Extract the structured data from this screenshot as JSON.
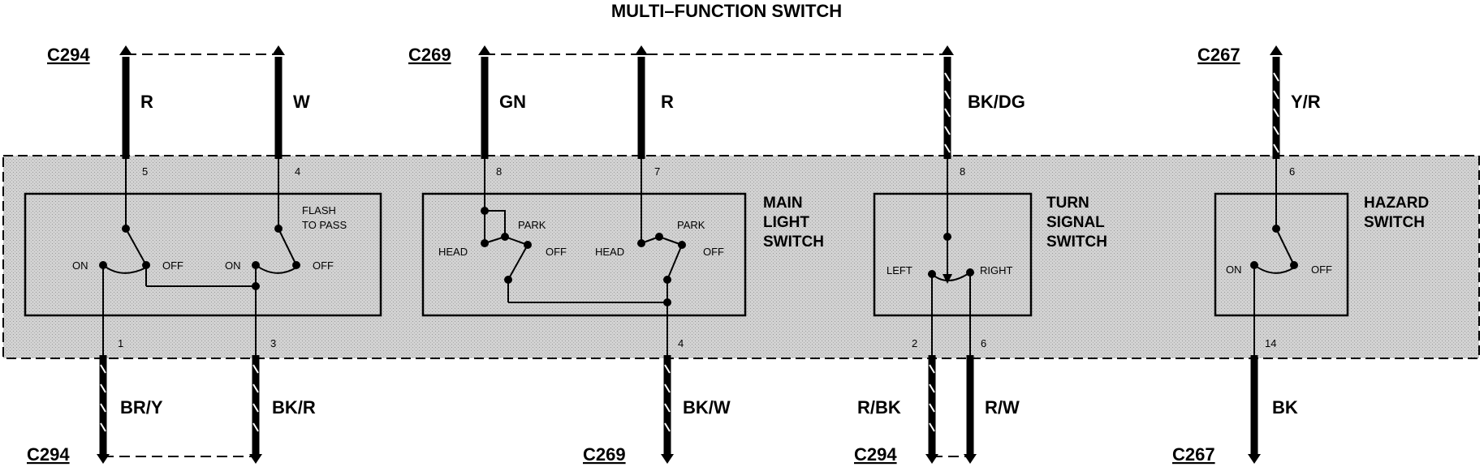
{
  "title": "MULTI–FUNCTION SWITCH",
  "top_connectors": [
    "C294",
    "C269",
    "C267"
  ],
  "bottom_connectors": [
    "C294",
    "C269",
    "C294",
    "C267"
  ],
  "top_wires": [
    "R",
    "W",
    "GN",
    "R",
    "BK/DG",
    "Y/R"
  ],
  "bottom_wires": [
    "BR/Y",
    "BK/R",
    "BK/W",
    "R/BK",
    "R/W",
    "BK"
  ],
  "pins_top": [
    "5",
    "4",
    "8",
    "7",
    "8",
    "6"
  ],
  "pins_bottom": [
    "1",
    "3",
    "4",
    "2",
    "6",
    "14"
  ],
  "switches": {
    "flash": {
      "name_line1": "FLASH",
      "name_line2": "TO PASS",
      "on1": "ON",
      "off1": "OFF",
      "on2": "ON",
      "off2": "OFF"
    },
    "main": {
      "name_line1": "MAIN",
      "name_line2": "LIGHT",
      "name_line3": "SWITCH",
      "head1": "HEAD",
      "park1": "PARK",
      "off1": "OFF",
      "head2": "HEAD",
      "park2": "PARK",
      "off2": "OFF"
    },
    "turn": {
      "name_line1": "TURN",
      "name_line2": "SIGNAL",
      "name_line3": "SWITCH",
      "left": "LEFT",
      "right": "RIGHT"
    },
    "hazard": {
      "name_line1": "HAZARD",
      "name_line2": "SWITCH",
      "on": "ON",
      "off": "OFF"
    }
  },
  "colors": {
    "ink": "#000000",
    "panel": "#d6d6d6"
  }
}
